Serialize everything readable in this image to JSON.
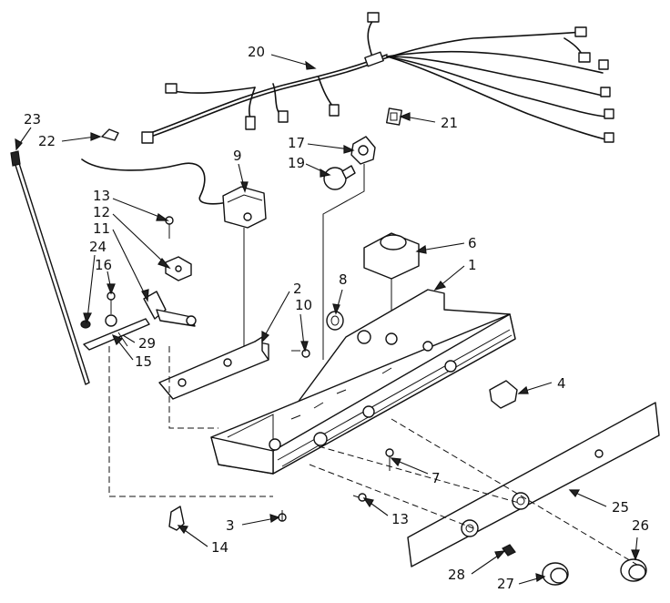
{
  "diagram": {
    "callouts": [
      {
        "id": "c1",
        "label": "1"
      },
      {
        "id": "c2",
        "label": "2"
      },
      {
        "id": "c3",
        "label": "3"
      },
      {
        "id": "c4",
        "label": "4"
      },
      {
        "id": "c6",
        "label": "6"
      },
      {
        "id": "c7",
        "label": "7"
      },
      {
        "id": "c8",
        "label": "8"
      },
      {
        "id": "c9",
        "label": "9"
      },
      {
        "id": "c10",
        "label": "10"
      },
      {
        "id": "c11",
        "label": "11"
      },
      {
        "id": "c12",
        "label": "12"
      },
      {
        "id": "c13a",
        "label": "13"
      },
      {
        "id": "c13b",
        "label": "13"
      },
      {
        "id": "c14",
        "label": "14"
      },
      {
        "id": "c15",
        "label": "15"
      },
      {
        "id": "c16",
        "label": "16"
      },
      {
        "id": "c17",
        "label": "17"
      },
      {
        "id": "c19",
        "label": "19"
      },
      {
        "id": "c20",
        "label": "20"
      },
      {
        "id": "c21",
        "label": "21"
      },
      {
        "id": "c22",
        "label": "22"
      },
      {
        "id": "c23",
        "label": "23"
      },
      {
        "id": "c24",
        "label": "24"
      },
      {
        "id": "c25",
        "label": "25"
      },
      {
        "id": "c26",
        "label": "26"
      },
      {
        "id": "c27",
        "label": "27"
      },
      {
        "id": "c28",
        "label": "28"
      },
      {
        "id": "c29",
        "label": "29"
      }
    ]
  }
}
